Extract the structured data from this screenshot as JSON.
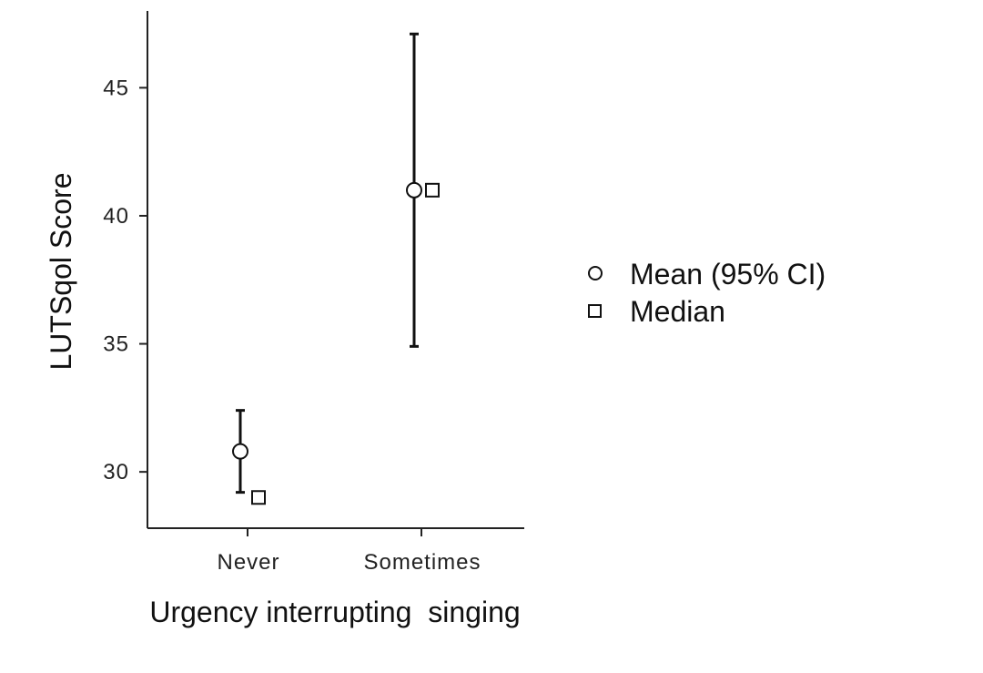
{
  "chart_data": {
    "type": "scatter",
    "title": "",
    "xlabel": "Urgency interrupting  singing",
    "ylabel": "LUTSqol Score",
    "categories": [
      "Never",
      "Sometimes"
    ],
    "ylim": [
      27.8,
      48.0
    ],
    "yticks": [
      30,
      35,
      40,
      45
    ],
    "grid": false,
    "legend_position": "right",
    "series": [
      {
        "name": "Mean (95% CI)",
        "marker": "circle",
        "values": [
          30.8,
          41.0
        ],
        "ci_lower": [
          29.2,
          34.9
        ],
        "ci_upper": [
          32.4,
          47.1
        ]
      },
      {
        "name": "Median",
        "marker": "square",
        "values": [
          29.0,
          41.0
        ]
      }
    ]
  },
  "legend": {
    "mean_label": "Mean (95% CI)",
    "median_label": "Median"
  }
}
